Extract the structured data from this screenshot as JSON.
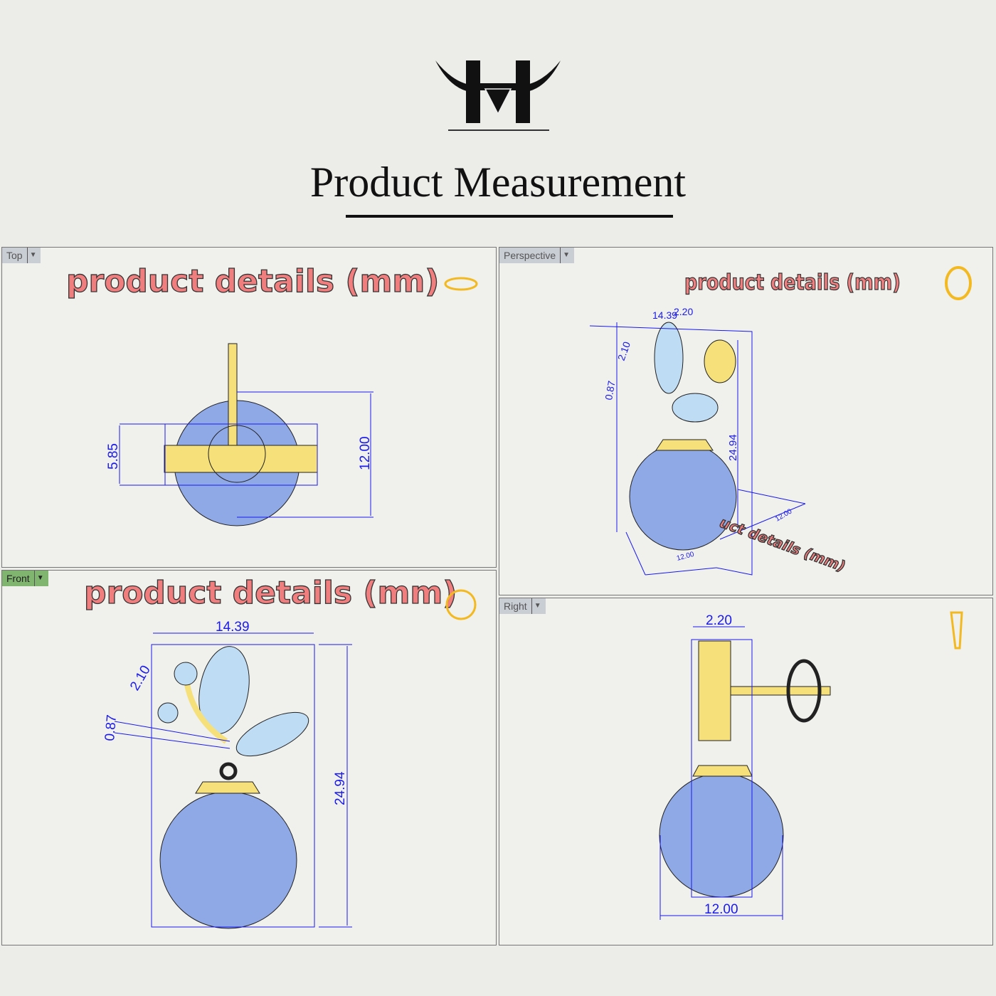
{
  "page": {
    "title": "Product Measurement",
    "logo": "H"
  },
  "annotation_text": "product details (mm)",
  "viewports": {
    "top": {
      "label": "Top",
      "dims": {
        "height": "5.85",
        "diameter": "12.00"
      }
    },
    "perspective": {
      "label": "Perspective",
      "dims": {
        "width": "14.39",
        "depth": "2.20",
        "stone": "2.10",
        "small_stone": "0.87",
        "height": "24.94",
        "pearl_a": "12.00",
        "pearl_b": "12.00"
      },
      "floor_text": "uct details (mm)"
    },
    "front": {
      "label": "Front",
      "dims": {
        "width": "14.39",
        "stone": "2.10",
        "small_stone": "0.87",
        "height": "24.94"
      }
    },
    "right": {
      "label": "Right",
      "dims": {
        "depth": "2.20",
        "pearl": "12.00"
      }
    }
  },
  "colors": {
    "gold": "#f5e07a",
    "pearl": "#8fa8e6",
    "dimension": "#1a1aee",
    "annotation": "#f07e7e",
    "active_tab": "#7fb56f"
  }
}
